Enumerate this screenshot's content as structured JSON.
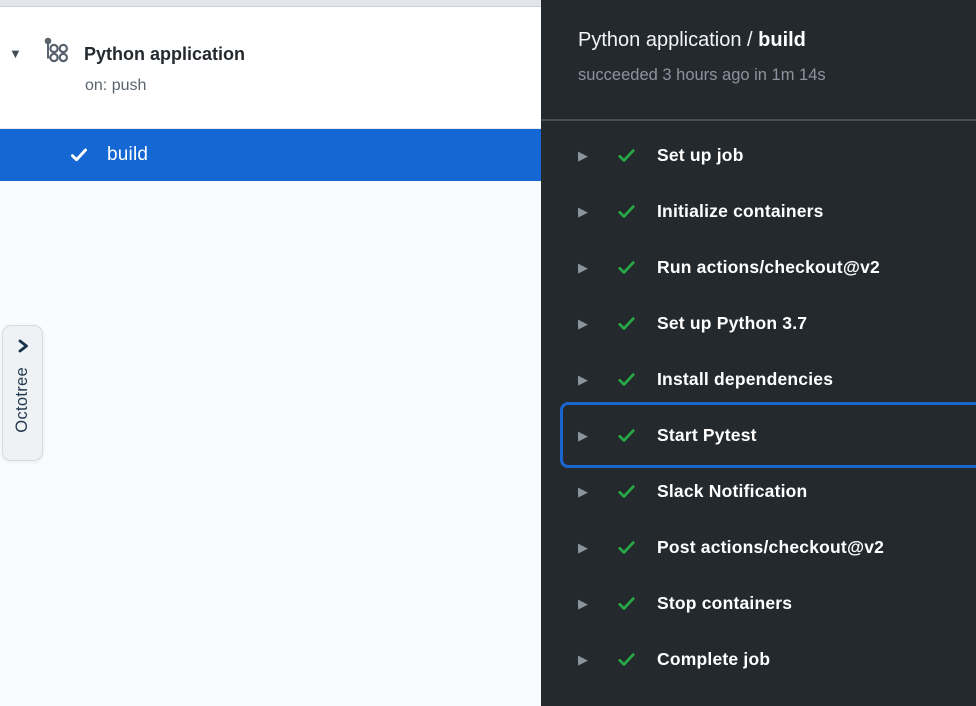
{
  "sidebar": {
    "workflow": {
      "name": "Python application",
      "trigger": "on: push"
    },
    "selected_job": {
      "name": "build"
    },
    "octotree": {
      "label": "Octotree"
    }
  },
  "panel": {
    "header": {
      "workflow_name": "Python application ",
      "separator": "/",
      "job_name": " build",
      "summary": "succeeded 3 hours ago in 1m 14s"
    },
    "steps": [
      {
        "label": "Set up job",
        "focused": false
      },
      {
        "label": "Initialize containers",
        "focused": false
      },
      {
        "label": "Run actions/checkout@v2",
        "focused": false
      },
      {
        "label": "Set up Python 3.7",
        "focused": false
      },
      {
        "label": "Install dependencies",
        "focused": false
      },
      {
        "label": "Start Pytest",
        "focused": true
      },
      {
        "label": "Slack Notification",
        "focused": false
      },
      {
        "label": "Post actions/checkout@v2",
        "focused": false
      },
      {
        "label": "Stop containers",
        "focused": false
      },
      {
        "label": "Complete job",
        "focused": false
      }
    ]
  },
  "icons": {
    "collapse_caret": "▼",
    "expand_caret": "▶"
  },
  "colors": {
    "selected_job_blue": "#1567d3",
    "focus_ring_blue": "#1a66cc",
    "success_green": "#28a745",
    "panel_dark": "#24292e",
    "muted_text": "#8b949e"
  }
}
